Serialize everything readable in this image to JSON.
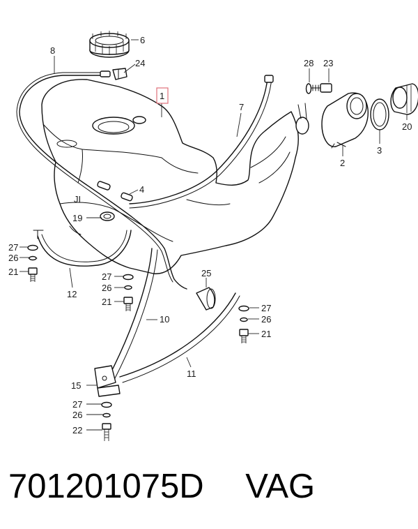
{
  "diagram": {
    "callouts": {
      "p1": "1",
      "p2": "2",
      "p3": "3",
      "p4": "4",
      "p6": "6",
      "p7": "7",
      "p8": "8",
      "p10": "10",
      "p11": "11",
      "p12": "12",
      "p15": "15",
      "p19": "19",
      "p20": "20",
      "p21a": "21",
      "p21b": "21",
      "p21c": "21",
      "p22": "22",
      "p23": "23",
      "p24": "24",
      "p25": "25",
      "p26a": "26",
      "p26b": "26",
      "p26c": "26",
      "p26d": "26",
      "p27a": "27",
      "p27b": "27",
      "p27c": "27",
      "p27d": "27",
      "p28": "28"
    },
    "highlight_color": "#e0707a"
  },
  "caption": {
    "part_number": "701201075D",
    "brand": "VAG"
  }
}
